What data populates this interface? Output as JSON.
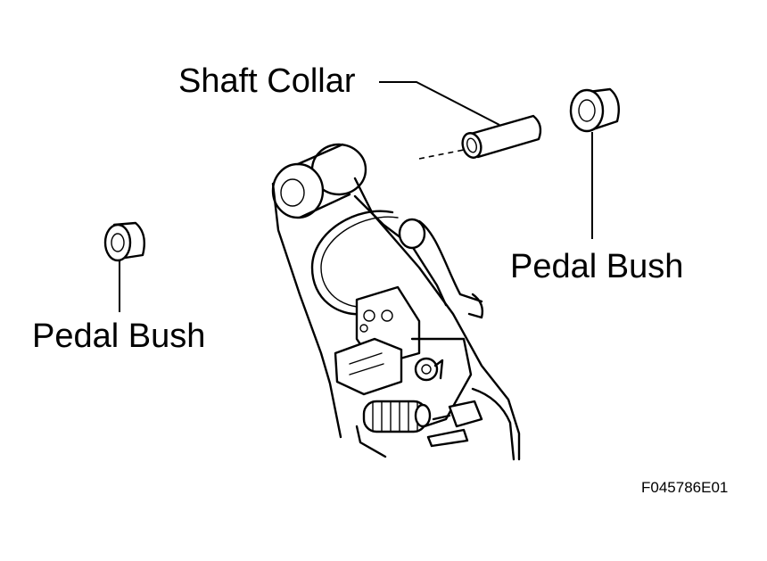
{
  "labels": {
    "shaft_collar": "Shaft Collar",
    "pedal_bush_right": "Pedal Bush",
    "pedal_bush_left": "Pedal Bush",
    "figure_code": "F045786E01"
  },
  "style": {
    "line_color": "#000000",
    "background": "#ffffff"
  }
}
